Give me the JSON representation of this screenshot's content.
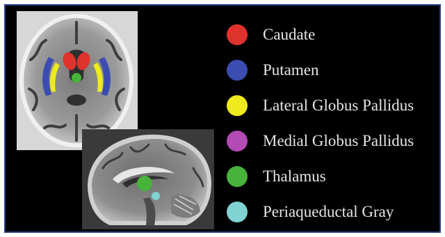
{
  "legend": {
    "items": [
      {
        "label": "Caudate",
        "color": "#e0322c"
      },
      {
        "label": "Putamen",
        "color": "#3b4db0"
      },
      {
        "label": "Lateral Globus Pallidus",
        "color": "#eeea1e"
      },
      {
        "label": "Medial Globus Pallidus",
        "color": "#b44ab4"
      },
      {
        "label": "Thalamus",
        "color": "#47b33a"
      },
      {
        "label": "Periaqueductal Gray",
        "color": "#7fd3d2"
      }
    ]
  },
  "images": {
    "axial": {
      "kind": "axial T1 MRI slice",
      "overlay_regions": [
        "Caudate",
        "Putamen",
        "Lateral Globus Pallidus",
        "Thalamus"
      ]
    },
    "sagittal": {
      "kind": "sagittal T1 MRI slice",
      "overlay_regions": [
        "Thalamus",
        "Periaqueductal Gray"
      ]
    }
  }
}
